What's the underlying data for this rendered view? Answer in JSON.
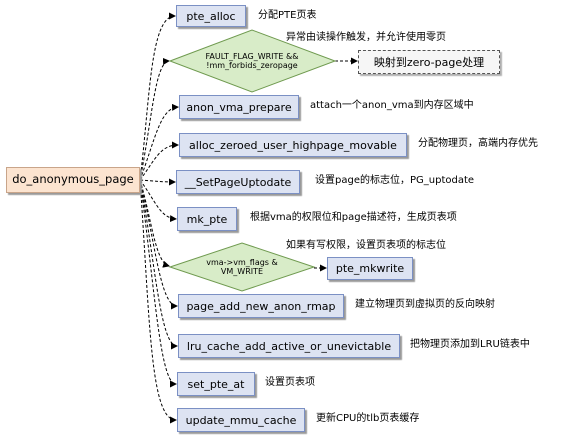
{
  "root": "do_anonymous_page",
  "calls": [
    {
      "label": "pte_alloc",
      "note": "分配PTE页表"
    },
    {
      "label": "anon_vma_prepare",
      "note": "attach一个anon_vma到内存区域中"
    },
    {
      "label": "alloc_zeroed_user_highpage_movable",
      "note": "分配物理页，高端内存优先"
    },
    {
      "label": "__SetPageUptodate",
      "note": "设置page的标志位，PG_uptodate"
    },
    {
      "label": "mk_pte",
      "note": "根据vma的权限位和page描述符，生成页表项"
    },
    {
      "label": "pte_mkwrite",
      "note": ""
    },
    {
      "label": "page_add_new_anon_rmap",
      "note": "建立物理页到虚拟页的反向映射"
    },
    {
      "label": "lru_cache_add_active_or_unevictable",
      "note": "把物理页添加到LRU链表中"
    },
    {
      "label": "set_pte_at",
      "note": "设置页表项"
    },
    {
      "label": "update_mmu_cache",
      "note": "更新CPU的tlb页表缓存"
    }
  ],
  "conditions": [
    {
      "line1": "FAULT_FLAG_WRITE &&",
      "line2": "!mm_forbids_zeropage",
      "note": "异常由读操作触发，并允许使用零页",
      "target": "映射到zero-page处理"
    },
    {
      "line1": "vma->vm_flags &",
      "line2": "VM_WRITE",
      "note": "如果有写权限，设置页表项的标志位"
    }
  ],
  "colors": {
    "box_fill": "#dde3f2",
    "box_border": "#7b90c4",
    "root_fill": "#fce4d0",
    "diamond_fill": "#d8ecc8",
    "diamond_border": "#6f9a4f"
  }
}
